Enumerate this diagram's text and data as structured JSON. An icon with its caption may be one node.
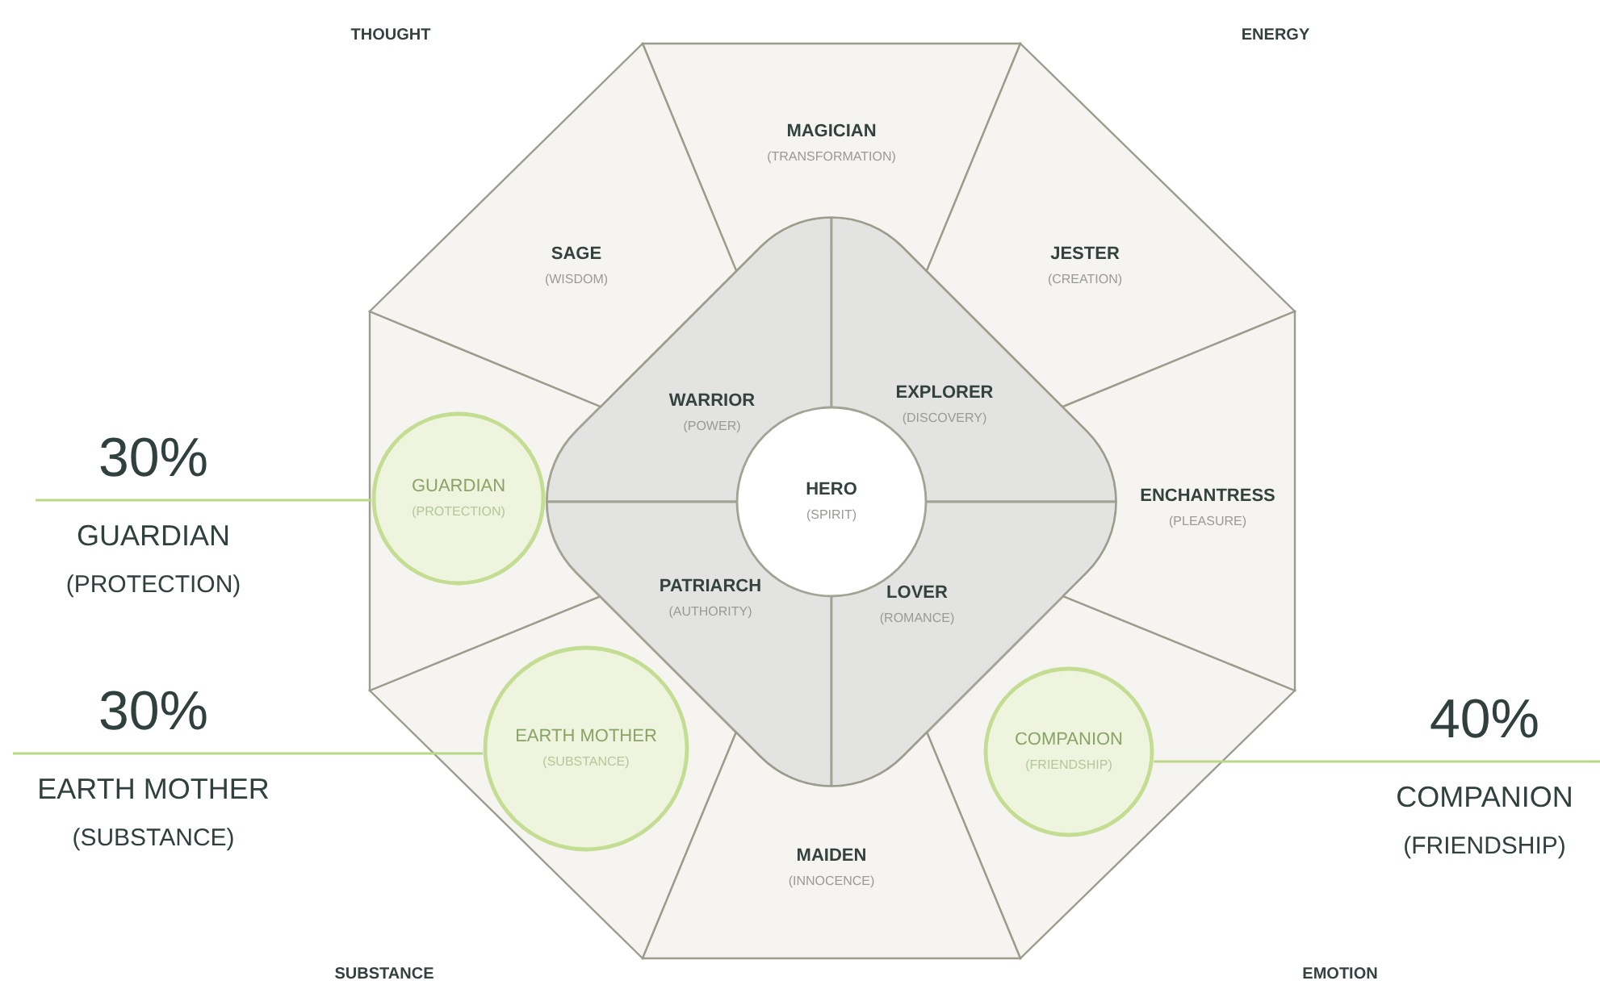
{
  "diagram": {
    "nodes": [
      {
        "text": [
          "MAGICIAN",
          "(TRANSFORMATION)"
        ]
      },
      {
        "text": [
          "SAGE",
          "(WISDOM)"
        ]
      },
      {
        "text": [
          "JESTER",
          "(CREATION)"
        ]
      },
      {
        "text": [
          "WARRIOR",
          "(POWER)"
        ]
      },
      {
        "text": [
          "EXPLORER",
          "(DISCOVERY)"
        ]
      },
      {
        "text": [
          "HERO",
          "(SPIRIT)"
        ]
      },
      {
        "text": [
          "30%",
          "GUARDIAN",
          "(PROTECTION)"
        ]
      },
      {
        "text": [
          "GUARDIAN",
          "(PROTECTION)"
        ]
      },
      {
        "text": [
          "ENCHANTRESS",
          "(PLEASURE)"
        ]
      },
      {
        "text": [
          "PATRIARCH",
          "(AUTHORITY)"
        ]
      },
      {
        "text": [
          "LOVER",
          "(ROMANCE)"
        ]
      },
      {
        "text": [
          "30%",
          "EARTH MOTHER",
          "(SUBSTANCE)"
        ]
      },
      {
        "text": [
          "EARTH MOTHER",
          "(SUBSTANCE)"
        ]
      },
      {
        "text": [
          "COMPANION",
          "(FRIENDSHIP)"
        ]
      },
      {
        "text": [
          "40%",
          "COMPANION",
          "(FRIENDSHIP)"
        ]
      },
      {
        "text": [
          "MAIDEN",
          "(INNOCENCE)"
        ]
      }
    ],
    "edges": [
      {
        "from": 6,
        "to": 7,
        "arrow": "none"
      },
      {
        "from": 11,
        "to": 12,
        "arrow": "none"
      },
      {
        "from": 14,
        "to": 13,
        "arrow": "none"
      }
    ],
    "labels": [
      "THOUGHT",
      "ENERGY",
      "SUBSTANCE",
      "EMOTION"
    ]
  }
}
